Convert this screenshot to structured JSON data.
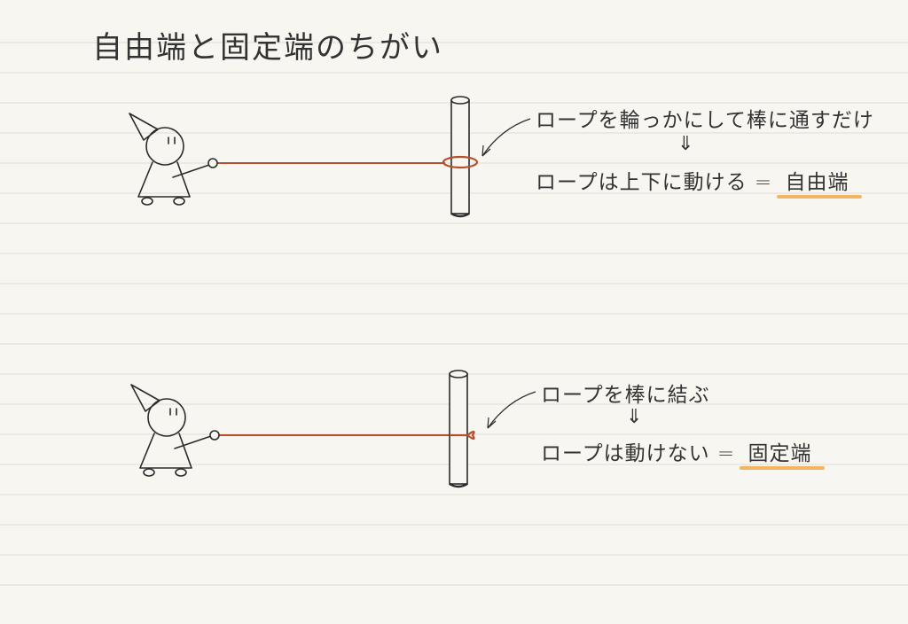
{
  "title": "自由端と固定端のちがい",
  "free_end": {
    "note_line1": "ロープを輪っかにして棒に通すだけ",
    "arrow": "⇓",
    "note_line2": "ロープは上下に動ける = ",
    "label": "自由端"
  },
  "fixed_end": {
    "note_line1": "ロープを棒に結ぶ",
    "arrow": "⇓",
    "note_line2": "ロープは動けない = ",
    "label": "固定端"
  },
  "colors": {
    "rope": "#b5502d",
    "highlight": "#f2b562",
    "ink": "#2b2b2b",
    "paper": "#f7f6f1"
  }
}
